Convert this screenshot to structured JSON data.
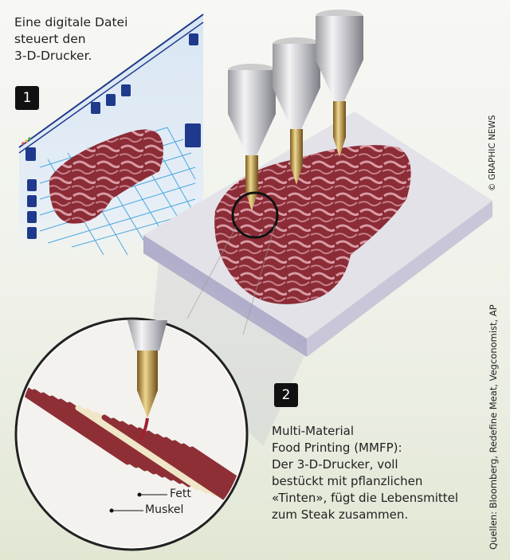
{
  "intro_text": [
    "Eine digitale Datei",
    "steuert den",
    "3-D-Drucker."
  ],
  "step1_badge": "1",
  "step2_badge": "2",
  "step2_text": [
    "Multi-Material",
    "Food Printing (MMFP):",
    "Der 3-D-Drucker, voll",
    "bestückt mit pflanzlichen",
    "«Tinten», fügt die Lebensmittel",
    "zum Steak zusammen."
  ],
  "label_fat": "Fett",
  "label_muscle": "Muskel",
  "credit": "© GRAPHIC NEWS",
  "sources": "Quellen: Bloomberg, Redefine Meat, Vegconomist, AP",
  "colors": {
    "screen": "#dde8f4",
    "ui_blue": "#1f3a8c",
    "grid": "#4aa8e0",
    "meat": "#8e2f36",
    "fat": "#f0e6c8",
    "platform": "#d6d6de"
  }
}
